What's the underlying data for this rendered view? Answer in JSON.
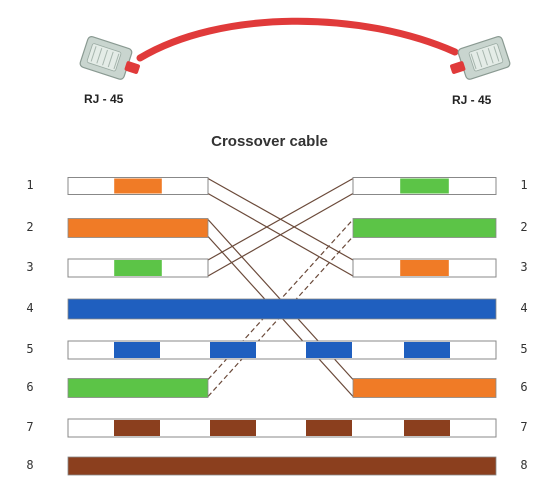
{
  "connectors": {
    "left_label": "RJ - 45",
    "right_label": "RJ - 45"
  },
  "diagram": {
    "title": "Crossover cable",
    "cable_color": "#e03a3a",
    "colors": {
      "orange": "#f07b26",
      "green": "#5cc447",
      "blue": "#1f5fbf",
      "brown": "#8b3f1e",
      "white": "#ffffff",
      "outline": "#888888"
    },
    "left_pins": [
      {
        "number": "1",
        "pattern": "stripe",
        "color": "orange"
      },
      {
        "number": "2",
        "pattern": "solid",
        "color": "orange"
      },
      {
        "number": "3",
        "pattern": "stripe",
        "color": "green"
      },
      {
        "number": "4",
        "pattern": "solid",
        "color": "blue"
      },
      {
        "number": "5",
        "pattern": "stripe4",
        "color": "blue"
      },
      {
        "number": "6",
        "pattern": "solid",
        "color": "green"
      },
      {
        "number": "7",
        "pattern": "stripe4",
        "color": "brown"
      },
      {
        "number": "8",
        "pattern": "solid",
        "color": "brown"
      }
    ],
    "right_pins": [
      {
        "number": "1",
        "pattern": "stripe",
        "color": "green"
      },
      {
        "number": "2",
        "pattern": "solid",
        "color": "green"
      },
      {
        "number": "3",
        "pattern": "stripe",
        "color": "orange"
      },
      {
        "number": "4",
        "pattern": "solid",
        "color": "blue"
      },
      {
        "number": "5",
        "pattern": "stripe4",
        "color": "blue"
      },
      {
        "number": "6",
        "pattern": "solid",
        "color": "orange"
      },
      {
        "number": "7",
        "pattern": "stripe4",
        "color": "brown"
      },
      {
        "number": "8",
        "pattern": "solid",
        "color": "brown"
      }
    ],
    "crossovers": [
      {
        "from": "1",
        "to": "3",
        "style": "solid"
      },
      {
        "from": "2",
        "to": "6",
        "style": "solid"
      },
      {
        "from": "3",
        "to": "1",
        "style": "solid"
      },
      {
        "from": "6",
        "to": "2",
        "style": "dashed"
      }
    ]
  }
}
